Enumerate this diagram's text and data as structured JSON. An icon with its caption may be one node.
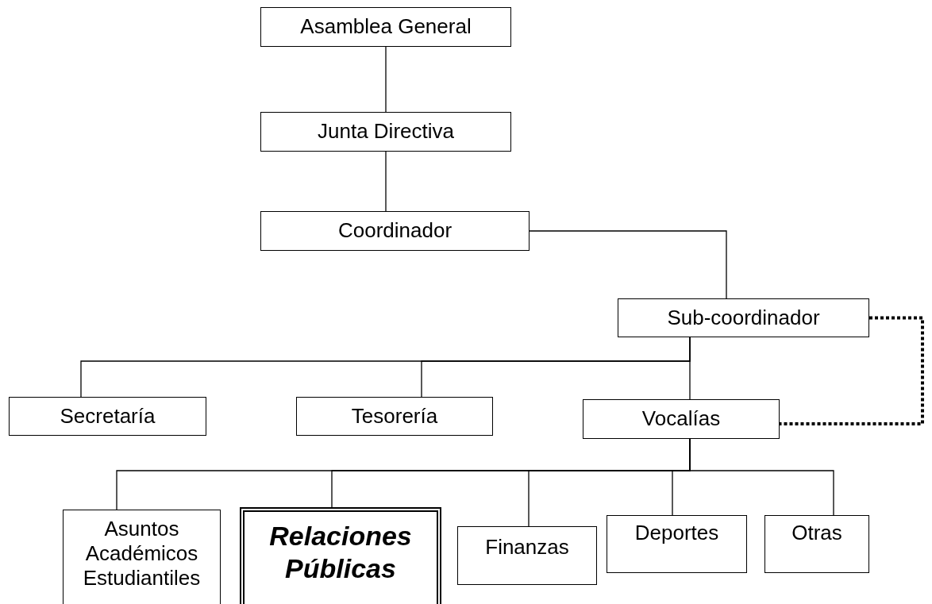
{
  "diagram": {
    "nodes": [
      {
        "text": [
          "Asamblea General"
        ]
      },
      {
        "text": [
          "Junta Directiva"
        ]
      },
      {
        "text": [
          "Coordinador"
        ]
      },
      {
        "text": [
          "Sub-coordinador"
        ]
      },
      {
        "text": [
          "Secretaría"
        ]
      },
      {
        "text": [
          "Tesorería"
        ]
      },
      {
        "text": [
          "Vocalías"
        ]
      },
      {
        "text": [
          "Asuntos Académicos Estudiantiles"
        ]
      },
      {
        "text": [
          "Relaciones Públicas"
        ]
      },
      {
        "text": [
          "Finanzas"
        ]
      },
      {
        "text": [
          "Deportes"
        ]
      },
      {
        "text": [
          "Otras"
        ]
      }
    ],
    "edges": [
      {
        "from": 0,
        "to": 1,
        "arrow": "none"
      },
      {
        "from": 1,
        "to": 2,
        "arrow": "none"
      },
      {
        "from": 2,
        "to": 3,
        "arrow": "none"
      },
      {
        "from": 3,
        "to": 4,
        "arrow": "none"
      },
      {
        "from": 3,
        "to": 5,
        "arrow": "none"
      },
      {
        "from": 3,
        "to": 6,
        "arrow": "none"
      },
      {
        "from": 3,
        "to": 6,
        "arrow": "none",
        "style": "dashed"
      },
      {
        "from": 6,
        "to": 7,
        "arrow": "none"
      },
      {
        "from": 6,
        "to": 8,
        "arrow": "none"
      },
      {
        "from": 6,
        "to": 9,
        "arrow": "none"
      },
      {
        "from": 6,
        "to": 10,
        "arrow": "none"
      },
      {
        "from": 6,
        "to": 11,
        "arrow": "none"
      }
    ]
  }
}
